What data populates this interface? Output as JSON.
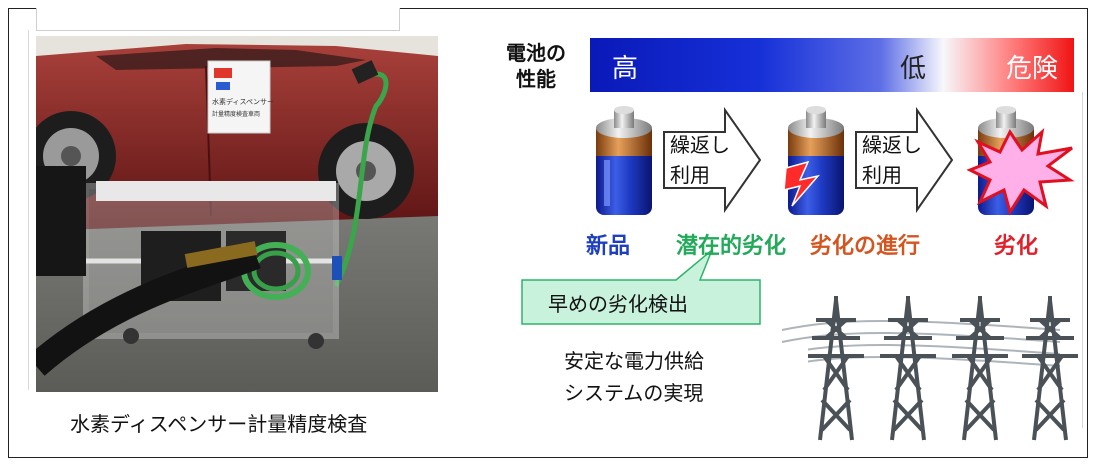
{
  "photo": {
    "sign_lines": [
      "水素ディスペンサー",
      "計量精度検査車両"
    ],
    "caption": "水素ディスペンサー計量精度検査"
  },
  "performance": {
    "label_line1": "電池の",
    "label_line2": "性能",
    "high": "高",
    "low": "低",
    "danger": "危険"
  },
  "arrows": [
    {
      "line1": "繰返し",
      "line2": "利用"
    },
    {
      "line1": "繰返し",
      "line2": "利用"
    }
  ],
  "stages": [
    {
      "label": "新品",
      "color": "#1f3fbf"
    },
    {
      "label": "潜在的劣化",
      "color": "#22a95a"
    },
    {
      "label": "劣化の進行",
      "color": "#d4551f"
    },
    {
      "label": "劣化",
      "color": "#e0202a"
    }
  ],
  "callout": {
    "text": "早めの劣化検出",
    "fill": "#c9f2dc",
    "stroke": "#2db36a"
  },
  "supply": {
    "line1": "安定な電力供給",
    "line2": "システムの実現"
  }
}
